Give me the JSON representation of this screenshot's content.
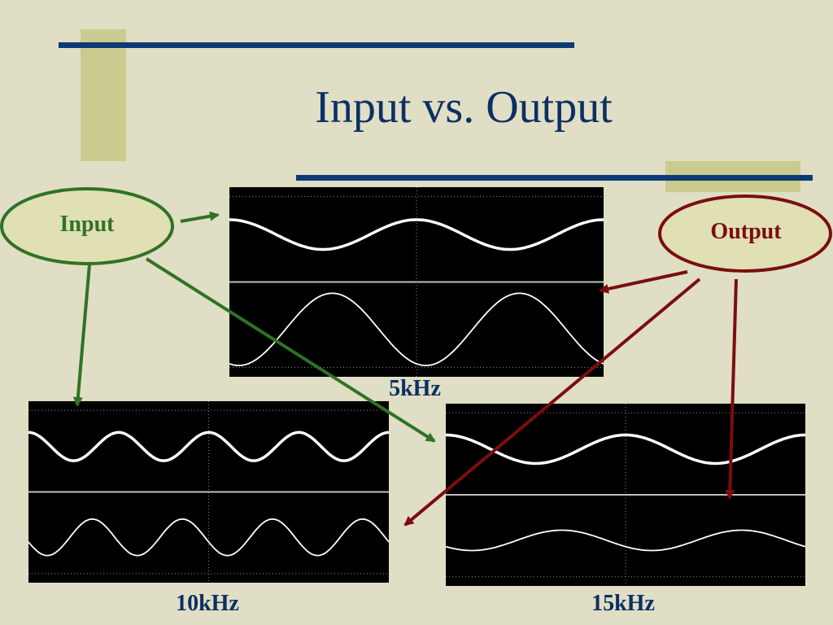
{
  "slide": {
    "title": "Input vs. Output",
    "input_label": "Input",
    "output_label": "Output"
  },
  "scopes": [
    {
      "id": "5k",
      "label": "5kHz",
      "top_cycles": 2.0,
      "bottom_cycles": 2.0,
      "top_amp": 0.35,
      "bottom_amp": 0.85,
      "top_phase": 1.57,
      "bottom_phase": 4.4
    },
    {
      "id": "10k",
      "label": "10kHz",
      "top_cycles": 4.0,
      "bottom_cycles": 4.0,
      "top_amp": 0.35,
      "bottom_amp": 0.45,
      "top_phase": 1.57,
      "bottom_phase": 3.4
    },
    {
      "id": "15k",
      "label": "15kHz",
      "top_cycles": 2.0,
      "bottom_cycles": 2.0,
      "top_amp": 0.35,
      "bottom_amp": 0.25,
      "top_phase": 1.57,
      "bottom_phase": 3.8
    }
  ],
  "colors": {
    "title": "#0c2f64",
    "input_green": "#2e7326",
    "output_red": "#7a0e0e",
    "bubble_fill": "#e1dfb4",
    "trace": "#ffffff"
  }
}
